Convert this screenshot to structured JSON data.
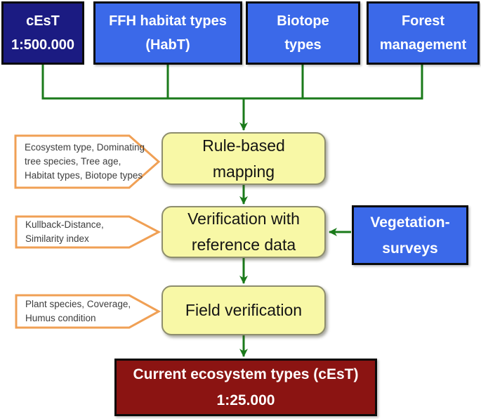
{
  "colors": {
    "navy": "#1b1b82",
    "blue": "#3b69e9",
    "yellow_fill": "#f8f8a6",
    "yellow_border": "#8e8e6e",
    "green": "#1a7a1a",
    "orange": "#f0a055",
    "dark_red": "#8b1412",
    "callout_text": "#3d3d3d"
  },
  "top_row": [
    {
      "id": "cest",
      "lines": [
        "cEsT",
        "1:500.000"
      ]
    },
    {
      "id": "ffh",
      "lines": [
        "FFH habitat types",
        "(HabT)"
      ]
    },
    {
      "id": "biotope",
      "lines": [
        "Biotope",
        "types"
      ]
    },
    {
      "id": "forest",
      "lines": [
        "Forest",
        "management"
      ]
    }
  ],
  "process_boxes": [
    {
      "id": "rule-based-mapping",
      "lines": [
        "Rule-based",
        "mapping"
      ]
    },
    {
      "id": "verification",
      "lines": [
        "Verification with",
        "reference data"
      ]
    },
    {
      "id": "field-verification",
      "lines": [
        "Field verification"
      ]
    }
  ],
  "callouts": [
    {
      "lines": [
        "Ecosystem type, Dominating",
        "tree species, Tree age,",
        "Habitat types, Biotope types"
      ]
    },
    {
      "lines": [
        "Kullback-Distance,",
        "Similarity index"
      ]
    },
    {
      "lines": [
        "Plant species, Coverage,",
        "Humus condition"
      ]
    }
  ],
  "side_box": {
    "lines": [
      "Vegetation-",
      "surveys"
    ]
  },
  "output_box": {
    "lines": [
      "Current ecosystem types (cEsT)",
      "1:25.000"
    ]
  }
}
